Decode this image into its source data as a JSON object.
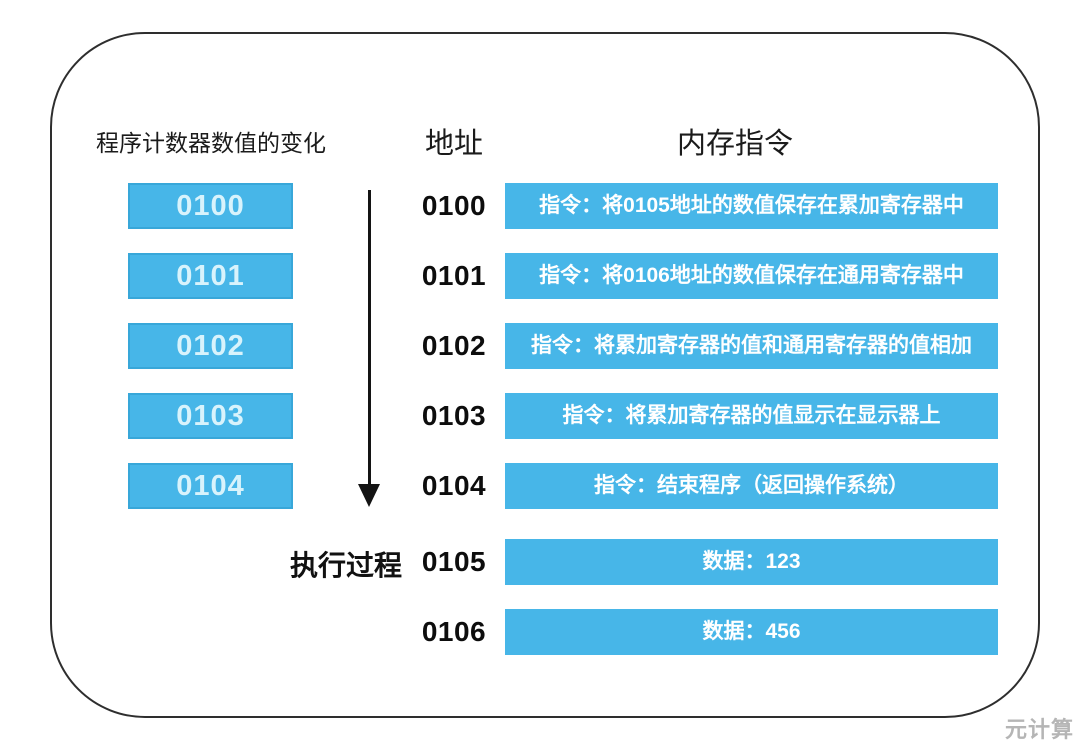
{
  "diagram": {
    "pc_header": "程序计数器数值的变化",
    "address_header": "地址",
    "memory_header": "内存指令",
    "execution_label": "执行过程",
    "pc_values": [
      "0100",
      "0101",
      "0102",
      "0103",
      "0104"
    ],
    "rows": [
      {
        "address": "0100",
        "content": "指令：将0105地址的数值保存在累加寄存器中"
      },
      {
        "address": "0101",
        "content": "指令：将0106地址的数值保存在通用寄存器中"
      },
      {
        "address": "0102",
        "content": "指令：将累加寄存器的值和通用寄存器的值相加"
      },
      {
        "address": "0103",
        "content": "指令：将累加寄存器的值显示在显示器上"
      },
      {
        "address": "0104",
        "content": "指令：结束程序（返回操作系统）"
      },
      {
        "address": "0105",
        "content": "数据：123"
      },
      {
        "address": "0106",
        "content": "数据：456"
      }
    ],
    "watermark": "元计算"
  },
  "colors": {
    "bar_blue": "#47B6E8",
    "pc_box_border": "#38A7D9",
    "pc_box_text": "#D8F3FC",
    "bar_text": "#FFFFFF",
    "frame_border": "#2E2E2E",
    "arrow": "#141414",
    "watermark_gray": "#B5B5B5"
  }
}
